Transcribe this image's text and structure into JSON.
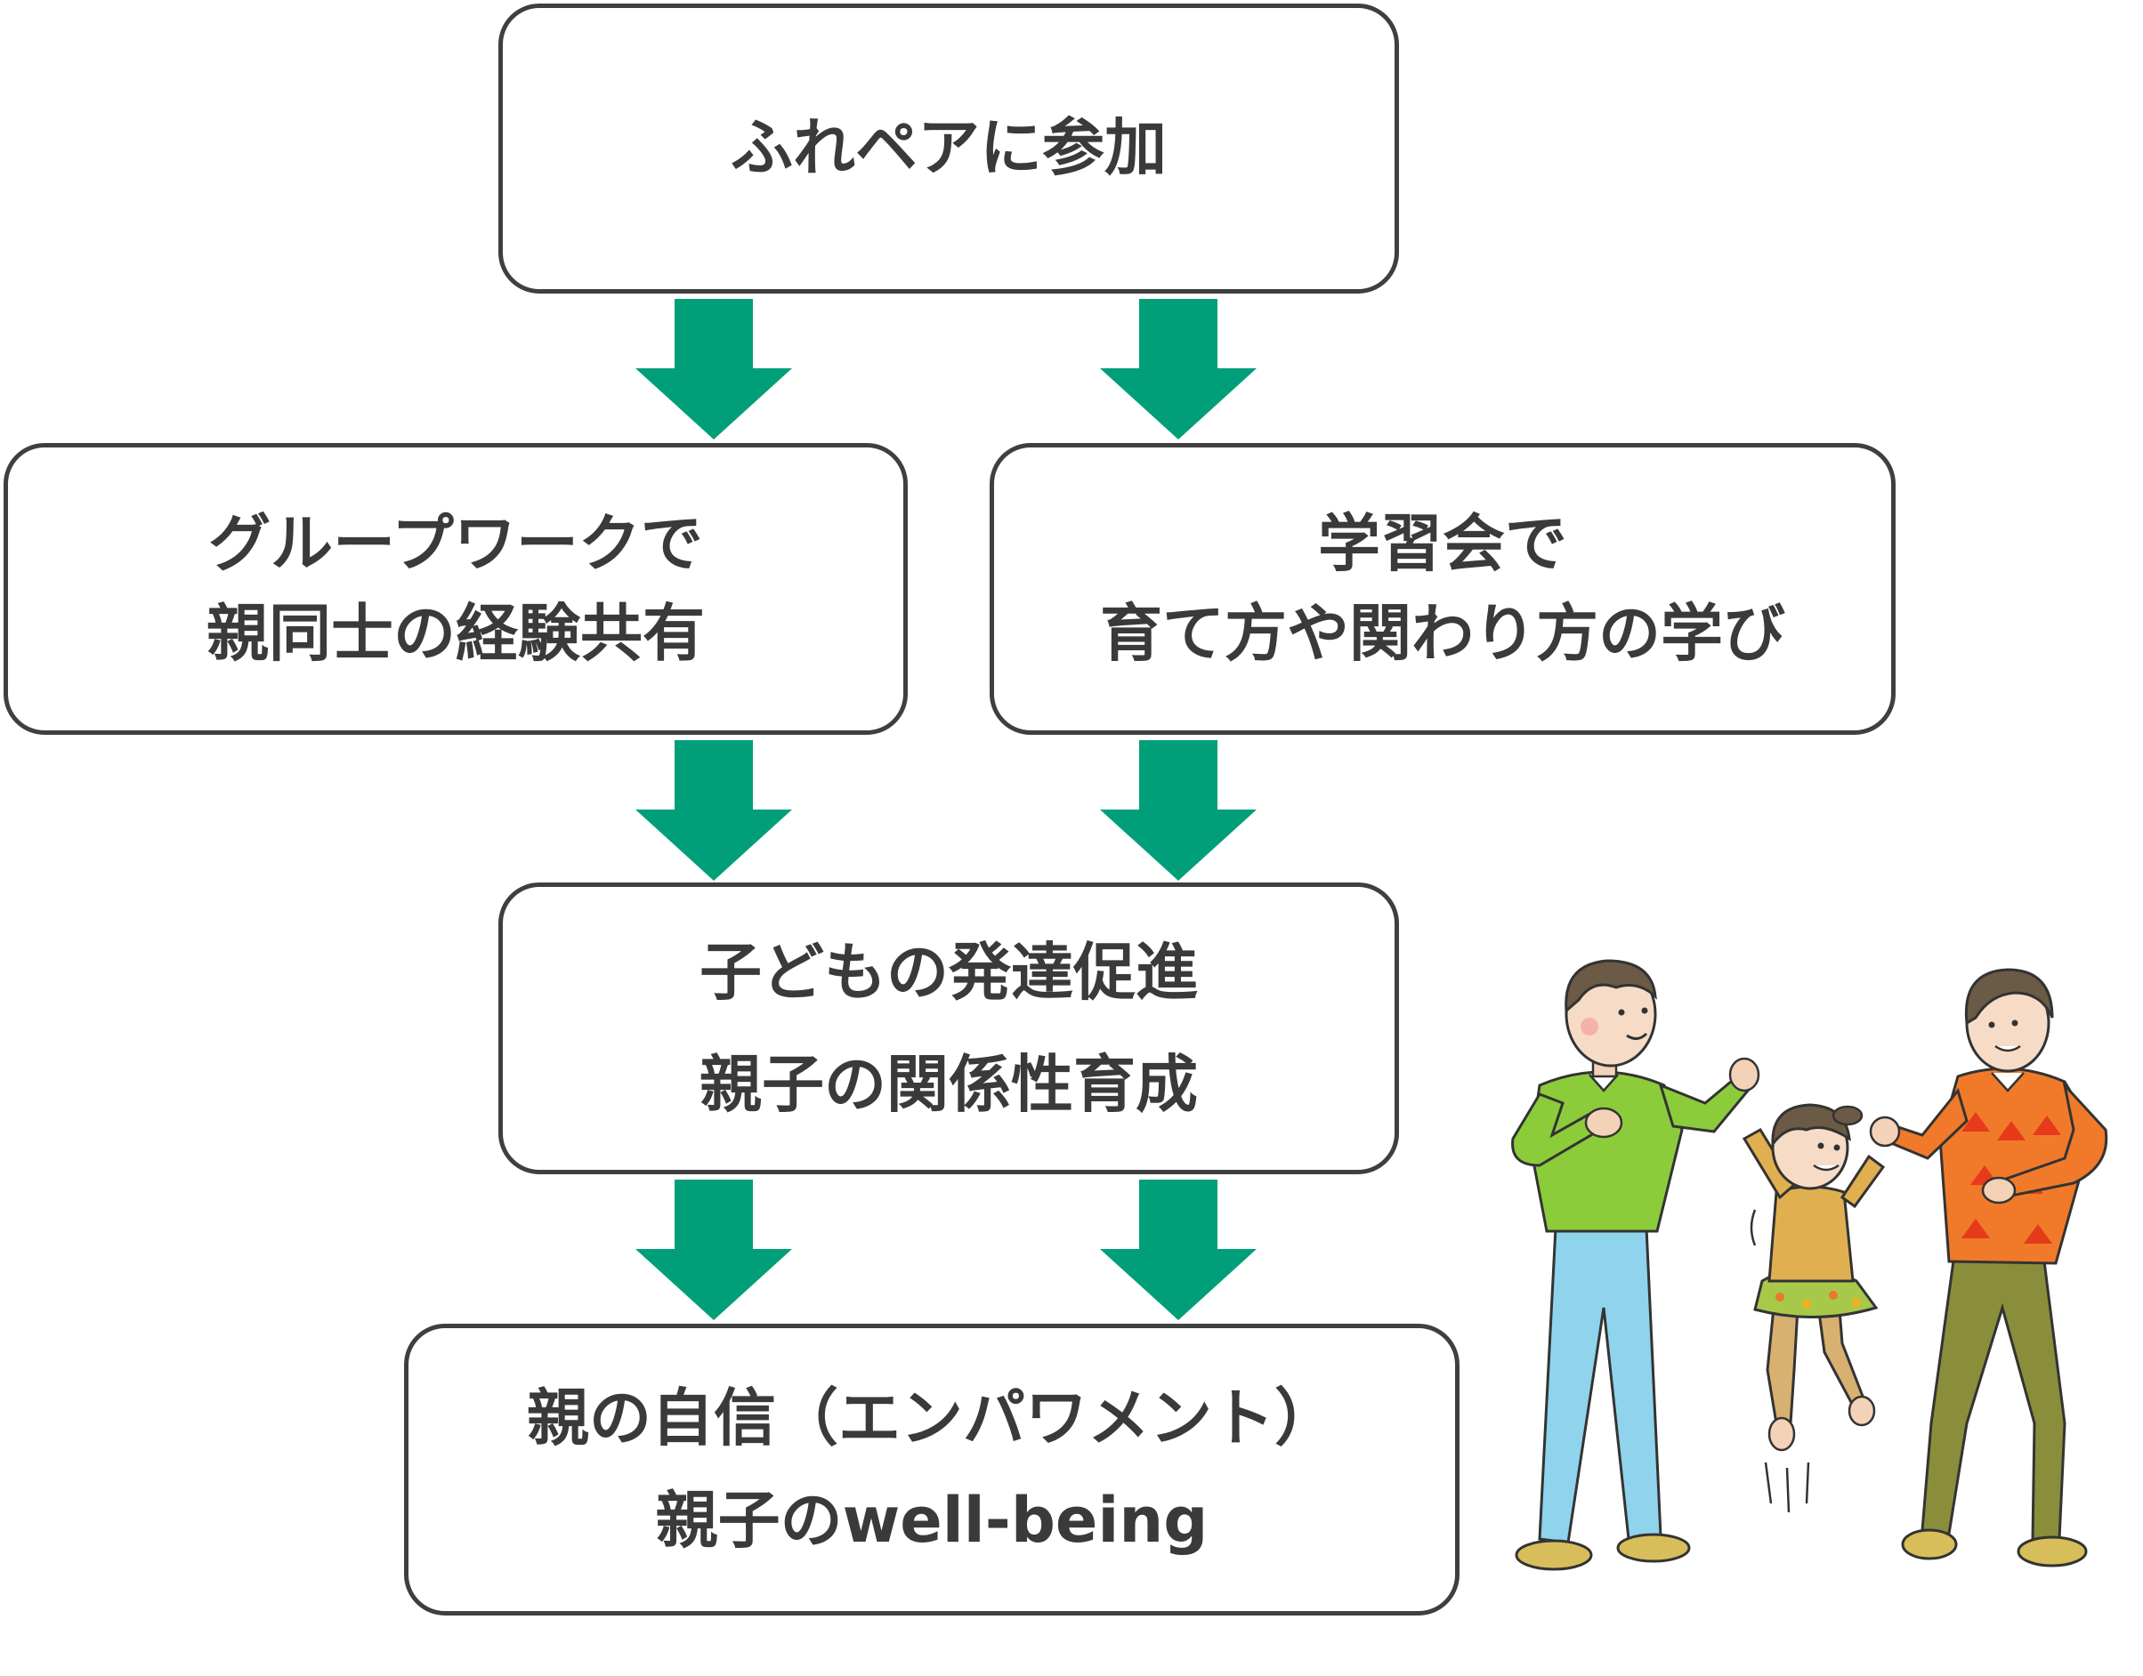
{
  "boxes": {
    "participate": {
      "lines": [
        "ふれペアに参加"
      ]
    },
    "group_work": {
      "lines": [
        "グループワークで",
        "親同士の経験共有"
      ]
    },
    "study": {
      "lines": [
        "学習会で",
        "育て方や関わり方の学び"
      ]
    },
    "development": {
      "lines": [
        "子どもの発達促進",
        "親子の関係性育成"
      ]
    },
    "outcome": {
      "lines": [
        "親の自信（エンパワメント）",
        "親子のwell-being"
      ]
    }
  },
  "colors": {
    "arrow": "#009f79",
    "border": "#3f3f3f",
    "text": "#3a3a3a"
  },
  "illustration": {
    "subject": "family-jumping",
    "figures": [
      "father",
      "child",
      "mother"
    ]
  }
}
